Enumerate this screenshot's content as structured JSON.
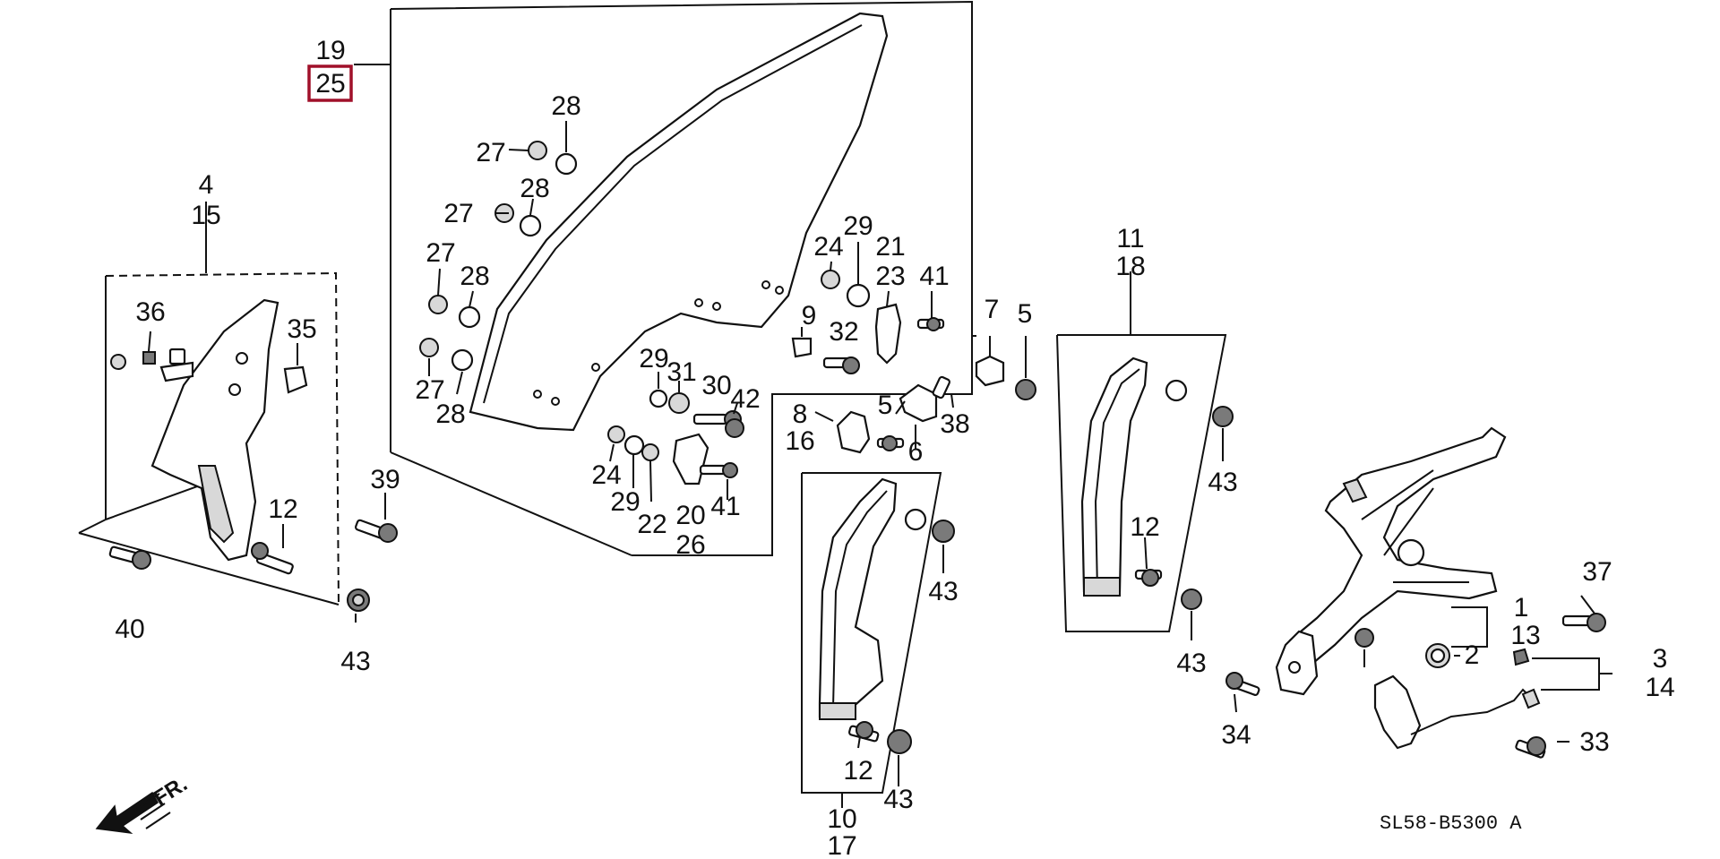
{
  "diagram": {
    "highlight_color": "#a0102a",
    "line_color": "#111111",
    "direction_label": "FR.",
    "reference_code": "SL58-B5300 A",
    "callouts": {
      "n19": "19",
      "n25": "25",
      "n4": "4",
      "n15": "15",
      "n36": "36",
      "n35": "35",
      "n12a": "12",
      "n40": "40",
      "n39": "39",
      "n43a": "43",
      "n28a": "28",
      "n27a": "27",
      "n27b": "27",
      "n28b": "28",
      "n27c": "27",
      "n28c": "28",
      "n27d": "27",
      "n28d": "28",
      "n29a": "29",
      "n31": "31",
      "n30": "30",
      "n42": "42",
      "n24a": "24",
      "n29b": "29",
      "n22": "22",
      "n20": "20",
      "n26": "26",
      "n41a": "41",
      "n24b": "24",
      "n29c": "29",
      "n21": "21",
      "n23": "23",
      "n41b": "41",
      "n9": "9",
      "n32": "32",
      "n8": "8",
      "n16": "16",
      "n5a": "5",
      "n6": "6",
      "n38": "38",
      "n7": "7",
      "n5b": "5",
      "n43b": "43",
      "n12b": "12",
      "n43c": "43",
      "n10": "10",
      "n17": "17",
      "n11": "11",
      "n18": "18",
      "n43d": "43",
      "n12c": "12",
      "n43e": "43",
      "n1": "1",
      "n13": "13",
      "n2": "2",
      "n37": "37",
      "n3": "3",
      "n14": "14",
      "n34": "34",
      "n33": "33"
    }
  }
}
